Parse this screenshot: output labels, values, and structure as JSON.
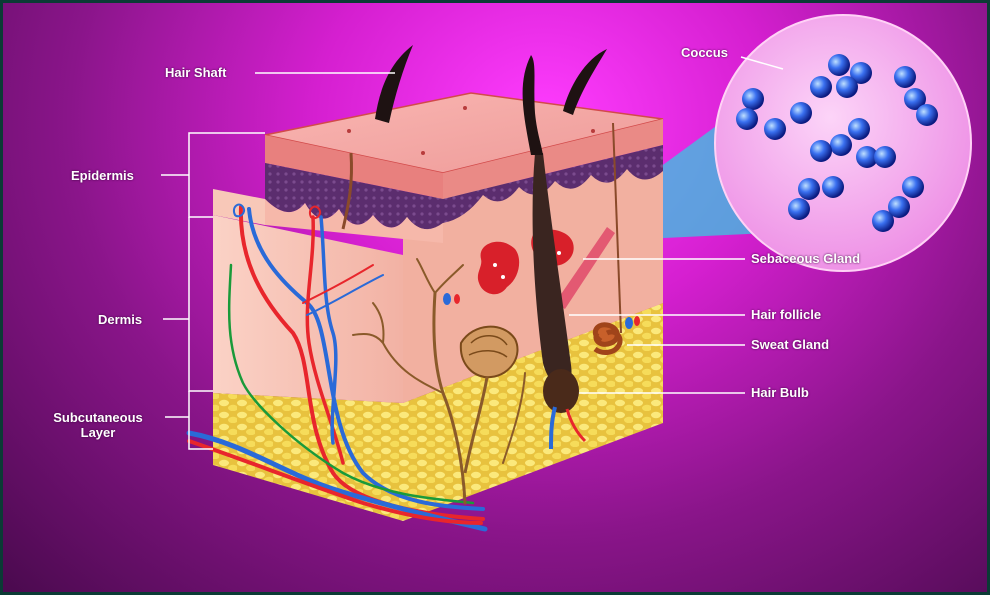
{
  "labels": {
    "hair_shaft": "Hair Shaft",
    "epidermis": "Epidermis",
    "dermis": "Dermis",
    "subcutaneous_line1": "Subcutaneous",
    "subcutaneous_line2": "Layer",
    "coccus": "Coccus",
    "sebaceous_gland": "Sebaceous Gland",
    "hair_follicle": "Hair follicle",
    "sweat_gland": "Sweat Gland",
    "hair_bulb": "Hair Bulb"
  },
  "colors": {
    "background": "#d51fd0",
    "frame": "#0b3b35",
    "epidermis_surface": "#f2a0a0",
    "basal_layer": "#5a2a6a",
    "dermis": "#f6c2b4",
    "fat": "#f4dc5e",
    "artery": "#e8262c",
    "vein": "#2a6ad8",
    "nerve": "#8a5a2a",
    "bacteria_bubble": "#f6aef0",
    "coccus": "#2a4ad8"
  }
}
